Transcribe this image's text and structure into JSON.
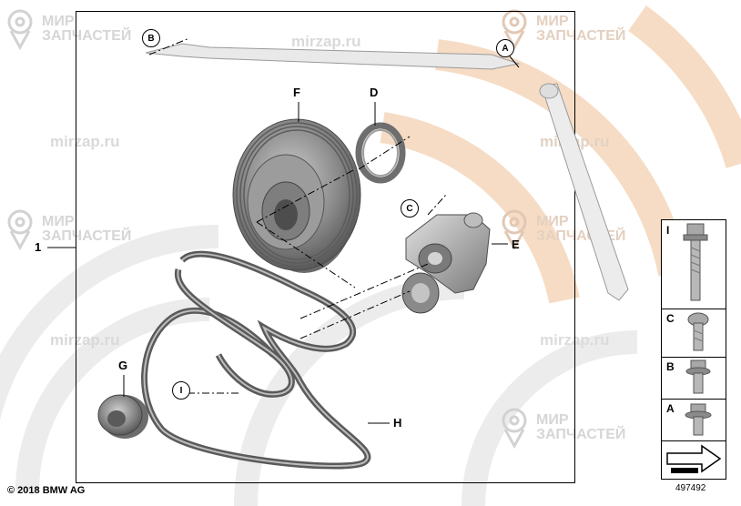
{
  "watermark": {
    "brand_line1": "МИР",
    "brand_line2": "ЗАПЧАСТЕЙ",
    "site": "mirzap.ru",
    "logo_color": "#c9c9c9"
  },
  "callouts": {
    "kit": "1",
    "F": "F",
    "D": "D",
    "E": "E",
    "G": "G",
    "H": "H",
    "ring_B": "B",
    "ring_A": "A",
    "ring_C": "C",
    "ring_I": "I"
  },
  "legend": {
    "items": [
      {
        "key": "I",
        "icon": "long-bolt-icon"
      },
      {
        "key": "C",
        "icon": "short-bolt-icon"
      },
      {
        "key": "B",
        "icon": "flange-bolt-icon"
      },
      {
        "key": "A",
        "icon": "collar-bolt-icon"
      }
    ],
    "arrow_icon": "arrow-icon"
  },
  "footer": {
    "copyright": "© 2018 BMW AG",
    "doc_number": "497492"
  },
  "colors": {
    "accent_orange": "#f6dcc4",
    "watermark_gray": "#e4e4e4",
    "part_dark": "#5a5a5a",
    "part_mid": "#8a8a8a",
    "part_light": "#bdbdbd"
  }
}
